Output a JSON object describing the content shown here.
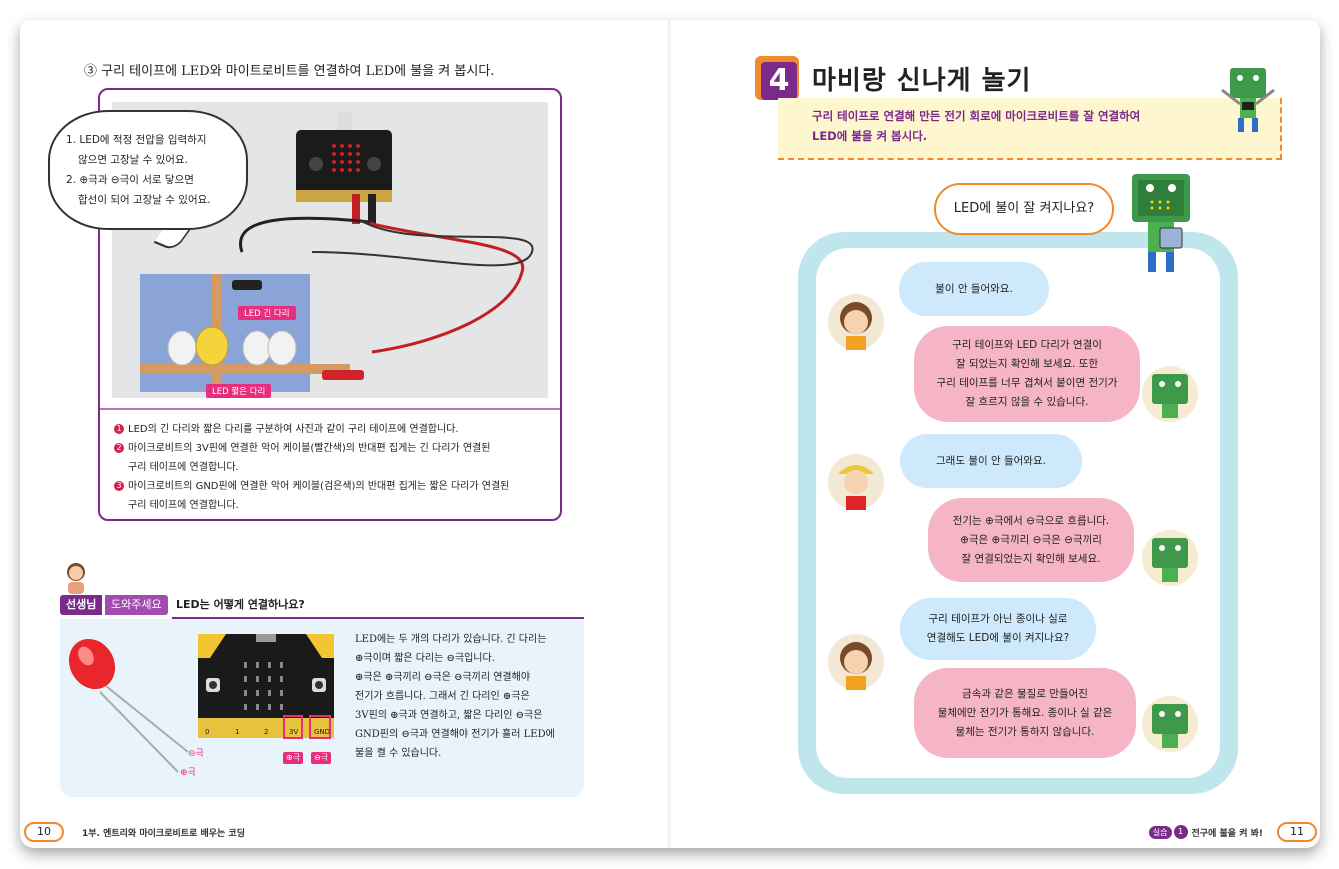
{
  "left_page": {
    "step_title": "③ 구리 테이프에 LED와 마이트로비트를 연결하여 LED에 불을 켜 봅시다.",
    "thought_bubble": [
      "1. LED에 적정 전압을 입력하지",
      "않으면 고장날 수 있어요.",
      "2. ⊕극과 ⊖극이 서로 닿으면",
      "합선이 되어 고장날 수 있어요."
    ],
    "photo_tags": {
      "long_leg": "LED 긴 다리",
      "short_leg": "LED 짧은 다리"
    },
    "instructions": [
      {
        "num": "1",
        "lines": [
          "LED의 긴 다리와 짧은 다리를 구분하여 사진과 같이 구리 테이프에 연결합니다."
        ]
      },
      {
        "num": "2",
        "lines": [
          "마이크로비트의 3V핀에 연결한 악어 케이블(빨간색)의 반대편 집게는 긴 다리가 연결된",
          "구리 테이프에 연결합니다."
        ]
      },
      {
        "num": "3",
        "lines": [
          "마이크로비트의 GND핀에 연결한 악어 케이블(검은색)의 반대편 집게는 짧은 다리가 연결된",
          "구리 테이프에 연결합니다."
        ]
      }
    ],
    "helper": {
      "label_a": "선생님",
      "label_b": "도와주세요",
      "question": "LED는 어떻게 연결하나요?",
      "text": [
        "LED에는 두 개의 다리가 있습니다. 긴 다리는",
        "⊕극이며 짧은 다리는 ⊖극입니다.",
        "⊕극은 ⊕극끼리 ⊖극은 ⊖극끼리 연결해야",
        "전기가 흐릅니다. 그래서 긴 다리인 ⊕극은",
        "3V핀의 ⊕극과 연결하고, 짧은 다리인 ⊖극은",
        "GND핀의 ⊖극과 연결해야 전기가 흘러 LED에",
        "불을 켤 수 있습니다."
      ],
      "led_minus": "⊖극",
      "led_plus": "⊕극",
      "pin_3v": "3V",
      "pin_gnd": "GND",
      "pin_0": "0",
      "pin_1": "1",
      "pin_2": "2",
      "tag_plus": "⊕극",
      "tag_minus": "⊖극"
    },
    "footer": {
      "page": "10",
      "text": "1부. 엔트리와 마이크로비트로 배우는 코딩"
    }
  },
  "right_page": {
    "section_number": "4",
    "section_title": "마비랑 신나게 놀기",
    "section_desc": [
      "구리 테이프로 연결해 만든 전기 회로에 마이크로비트를 잘 연결하여",
      "LED에 불을 켜 봅시다."
    ],
    "question": "LED에 불이 잘 켜지나요?",
    "chat": [
      {
        "who": "girl",
        "lines": [
          "불이 안 들어와요."
        ]
      },
      {
        "who": "mabi",
        "lines": [
          "구리 테이프와 LED 다리가 연결이",
          "잘 되었는지 확인해 보세요. 또한",
          "구리 테이프를 너무 겹쳐서 붙이면 전기가",
          "잘 흐르지 않을 수 있습니다."
        ]
      },
      {
        "who": "boy",
        "lines": [
          "그래도 불이 안 들어와요."
        ]
      },
      {
        "who": "mabi",
        "lines": [
          "전기는 ⊕극에서 ⊖극으로 흐릅니다.",
          "⊕극은 ⊕극끼리 ⊖극은 ⊖극끼리",
          "잘 연결되었는지 확인해 보세요."
        ]
      },
      {
        "who": "girl",
        "lines": [
          "구리 테이프가 아닌 종이나 실로",
          "연결해도 LED에 불이 켜지나요?"
        ]
      },
      {
        "who": "mabi",
        "lines": [
          "금속과 같은 물질로 만들어진",
          "물체에만 전기가 통해요. 종이나 실 같은",
          "물체는 전기가 통하지 않습니다."
        ]
      }
    ],
    "footer": {
      "tag": "실습",
      "num": "1",
      "text": "전구에 불을 켜 봐!",
      "page": "11"
    }
  },
  "colors": {
    "purple": "#7b2a8a",
    "orange": "#f08a2a",
    "pink": "#e62e7d",
    "chat_blue": "#cde9fb",
    "chat_pink": "#f6b5c7",
    "frame": "#bfe6ec"
  }
}
